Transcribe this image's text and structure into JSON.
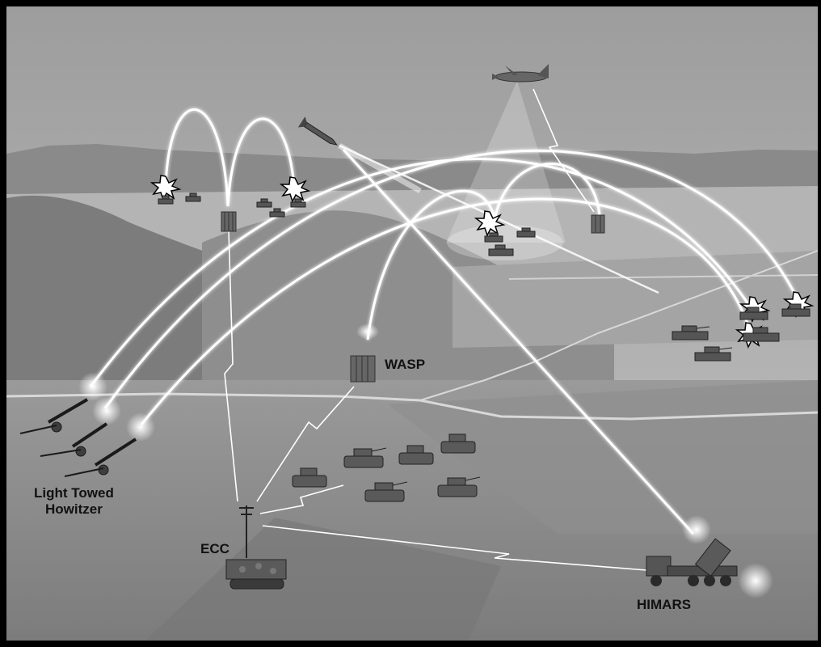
{
  "labels": {
    "wasp": "WASP",
    "howitzer_line1": "Light Towed",
    "howitzer_line2": "Howitzer",
    "ecc": "ECC",
    "himars": "HIMARS"
  },
  "colors": {
    "frame": "#000000",
    "sky_top": "#a9a9a9",
    "ground": "#8c8c8c",
    "trajectory": "#ffffff",
    "label_text": "#111111"
  },
  "icons": {
    "uav": "uav-aircraft-icon",
    "missile": "missile-icon",
    "loiter_munition": "loitering-munition-icon",
    "explosion": "explosion-icon",
    "tank": "tank-icon",
    "howitzer": "towed-howitzer-icon",
    "command_vehicle": "command-vehicle-icon",
    "rocket_launcher": "rocket-launcher-truck-icon"
  }
}
